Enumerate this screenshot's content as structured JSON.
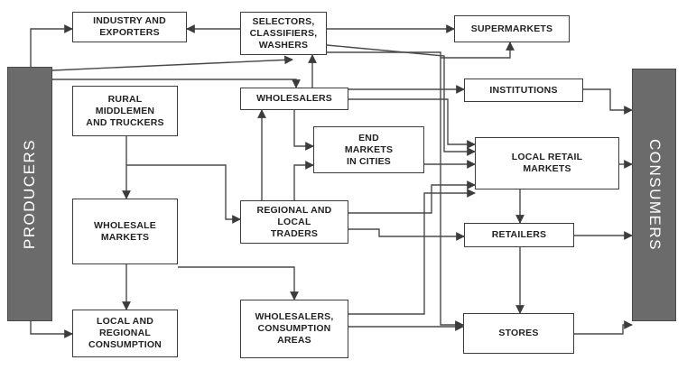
{
  "diagram": {
    "producers": "PRODUCERS",
    "consumers": "CONSUMERS",
    "industry": "INDUSTRY AND\nEXPORTERS",
    "selectors": "SELECTORS,\nCLASSIFIERS,\nWASHERS",
    "supermarkets": "SUPERMARKETS",
    "institutions": "INSTITUTIONS",
    "rural": "RURAL\nMIDDLEMEN\nAND TRUCKERS",
    "wholesalers": "WHOLESALERS",
    "end_markets": "END\nMARKETS\nIN CITIES",
    "local_retail": "LOCAL RETAIL\nMARKETS",
    "wholesale_markets": "WHOLESALE\nMARKETS",
    "regional_traders": "REGIONAL AND\nLOCAL\nTRADERS",
    "retailers": "RETAILERS",
    "local_consumption": "LOCAL AND\nREGIONAL\nCONSUMPTION",
    "wholesalers_consumption": "WHOLESALERS,\nCONSUMPTION\nAREAS",
    "stores": "STORES"
  }
}
